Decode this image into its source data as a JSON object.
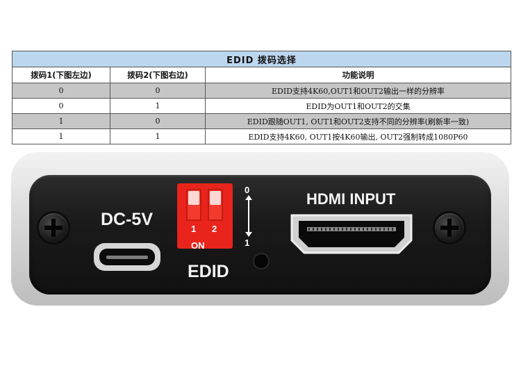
{
  "table": {
    "title": "EDID 拨码选择",
    "headers": [
      "拨码1(下图左边)",
      "拨码2(下图右边)",
      "功能说明"
    ],
    "rows": [
      [
        "0",
        "0",
        "EDID支持4K60,OUT1和OUT2输出一样的分辨率"
      ],
      [
        "0",
        "1",
        "EDID为OUT1和OUT2的交集"
      ],
      [
        "1",
        "0",
        "EDID跟随OUT1, OUT1和OUT2支持不同的分辨率(刷新率一致)"
      ],
      [
        "1",
        "1",
        "EDID支持4K60, OUT1按4K60输出, OUT2强制转成1080P60"
      ]
    ]
  },
  "device": {
    "dc_label": "DC-5V",
    "hdmi_label": "HDMI INPUT",
    "edid_label": "EDID",
    "dip_switch": {
      "switch_labels": [
        "1",
        "2"
      ],
      "on_label": "ON",
      "position_top": "0",
      "position_bottom": "1"
    }
  },
  "colors": {
    "title_bar": "#bcd6ee",
    "shaded_row": "#c6c6c6",
    "dip_switch": "#e8241c",
    "panel": "#1a1a1a"
  }
}
